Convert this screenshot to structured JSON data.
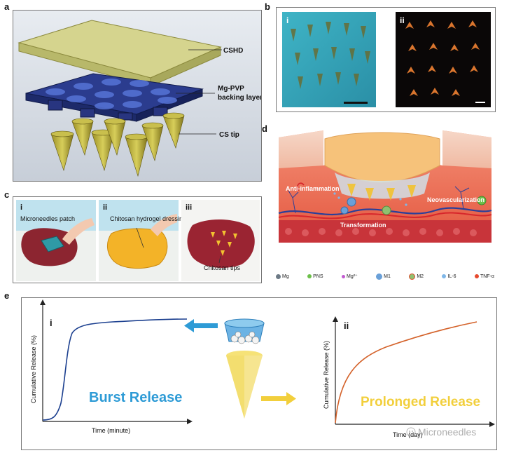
{
  "panels": {
    "a": {
      "letter": "a",
      "labels": {
        "top": "CSHD",
        "middle_1": "Mg-PVP",
        "middle_2": "backing layer",
        "bottom": "CS tip"
      }
    },
    "b": {
      "letter": "b",
      "sub_i": "i",
      "sub_ii": "ii"
    },
    "c": {
      "letter": "c",
      "sub_i": "i",
      "sub_ii": "ii",
      "sub_iii": "iii",
      "caption_i": "Microneedles patch",
      "caption_ii": "Chitosan hydrogel dressing",
      "caption_iii": "Chitosan tips"
    },
    "d": {
      "letter": "d",
      "annotations": {
        "anti": "Anti-inflammation",
        "neo": "Neovascularization",
        "trans": "Transformation"
      },
      "legend": [
        {
          "label": "Mg",
          "color": "#6d7a86"
        },
        {
          "label": "PNS",
          "color": "#6cc04a"
        },
        {
          "label": "Mg²⁺",
          "color": "#c25bd0"
        },
        {
          "label": "M1",
          "color": "#6aa0d8"
        },
        {
          "label": "M2",
          "color": "#8fc070"
        },
        {
          "label": "IL-6",
          "color": "#7fb7e8"
        },
        {
          "label": "TNF-α",
          "color": "#e64a2e"
        }
      ]
    },
    "e": {
      "letter": "e",
      "sub_i": "i",
      "sub_ii": "ii",
      "left_ylabel": "Cumulative Release (%)",
      "left_xlabel": "Time (minute)",
      "left_title": "Burst Release",
      "right_ylabel": "Cumulative Release (%)",
      "right_xlabel": "Time (day)",
      "right_title": "Prolonged Release",
      "colors": {
        "burst": "#2e9bd6",
        "prolonged": "#f2cf3c",
        "left_curve": "#1b3f8f",
        "right_curve": "#d4622a"
      }
    }
  },
  "watermark": "Microneedles"
}
